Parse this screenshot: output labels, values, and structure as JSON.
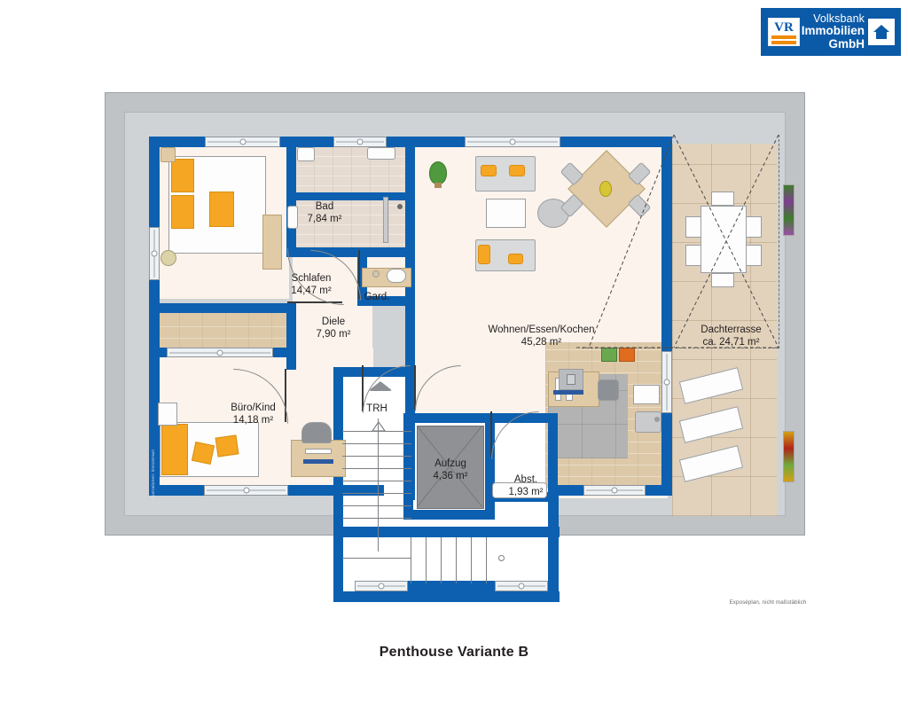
{
  "brand": {
    "line1": "Volksbank",
    "line2": "Immobilien GmbH",
    "mark_text": "VR",
    "logo_bg": "#0b5aa8",
    "accent_orange": "#f08a00",
    "house_icon": "house-icon"
  },
  "plan": {
    "title": "Penthouse Variante B",
    "disclaimer": "Exposéplan, nicht maßstäblich",
    "vertical_credit": "Illustrationen: immoSmart",
    "wall_color": "#0d60b0",
    "room_fill": "#fbf3ec",
    "terrace_fill": "#e2d2bb"
  },
  "rooms": [
    {
      "id": "schlafen",
      "name": "Schlafen",
      "area": "14,47 m²"
    },
    {
      "id": "bad",
      "name": "Bad",
      "area": "7,84 m²"
    },
    {
      "id": "gard",
      "name": "Gard.",
      "area": ""
    },
    {
      "id": "diele",
      "name": "Diele",
      "area": "7,90 m²"
    },
    {
      "id": "wohnen",
      "name": "Wohnen/Essen/Kochen",
      "area": "45,28 m²"
    },
    {
      "id": "buero",
      "name": "Büro/Kind",
      "area": "14,18 m²"
    },
    {
      "id": "trh",
      "name": "TRH",
      "area": ""
    },
    {
      "id": "aufzug",
      "name": "Aufzug",
      "area": "4,36 m²"
    },
    {
      "id": "abst",
      "name": "Abst.",
      "area": "1,93 m²"
    },
    {
      "id": "terrasse",
      "name": "Dachterrasse",
      "area": "ca. 24,71 m²"
    }
  ]
}
